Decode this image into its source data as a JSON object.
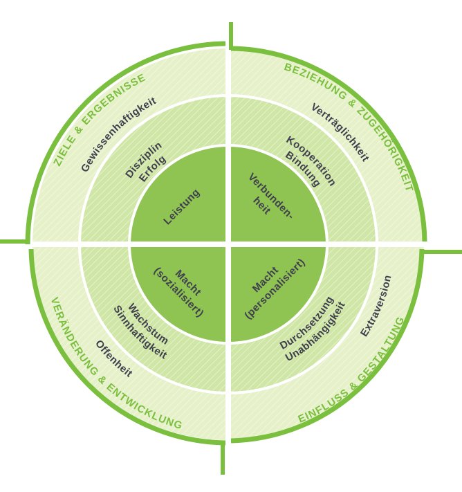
{
  "colors": {
    "ring_outer": "#e6f1c9",
    "ring_middle": "#cfe6a6",
    "ring_inner": "#b2d77b",
    "core": "#8fc453",
    "arc": "#7bbf3e",
    "label_text": "#3f3f4d"
  },
  "quadrants": {
    "top_left": {
      "outer_label": "ZIELE & ERGEBNISSE",
      "ring1": "Gewissenhaftigkeit",
      "ring2_line1": "Disziplin",
      "ring2_line2": "Erfolg",
      "core": "Leistung"
    },
    "top_right": {
      "outer_label": "BEZIEHUNG & ZUGEHÖRIGKEIT",
      "ring1": "Verträglichkeit",
      "ring2_line1": "Bindung",
      "ring2_line2": "Kooperation",
      "core_line1": "Verbunden-",
      "core_line2": "heit"
    },
    "bottom_left": {
      "outer_label": "VERÄNDERUNG & ENTWICKLUNG",
      "ring1": "Offenheit",
      "ring2_line1": "Wachstum",
      "ring2_line2": "Sinnhaftigkeit",
      "core_line1": "Macht",
      "core_line2": "(sozialisiert)"
    },
    "bottom_right": {
      "outer_label": "EINFLUSS & GESTALTUNG",
      "ring1": "Extraversion",
      "ring2_line1": "Durchsetzung",
      "ring2_line2": "Unabhängigkeit",
      "core_line1": "Macht",
      "core_line2": "(personalisiert)"
    }
  }
}
